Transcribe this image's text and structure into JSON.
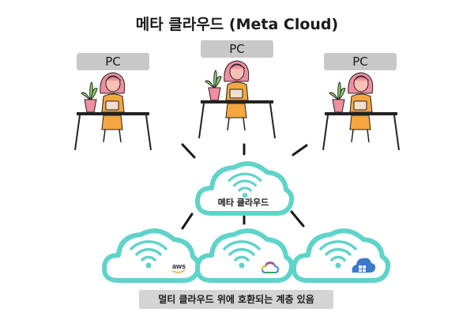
{
  "title": "메타 클라우드 (Meta Cloud)",
  "pc_labels": [
    "PC",
    "PC",
    "PC"
  ],
  "meta_cloud_label": "메타 클라우드",
  "aws_text": "aws",
  "caption": "멀티 클라우드 위에 호환되는 계층 있음",
  "colors": {
    "cloud_stroke": "#5fd3c9",
    "wifi": "#5fd3c9",
    "skin": "#f3a39a",
    "shirt": "#f4a640",
    "desk": "#222222",
    "label_bg": "#c8c8c8",
    "azure": "#3a78c9"
  },
  "icons": [
    "person-at-laptop-icon",
    "plant-icon",
    "wifi-icon",
    "aws-logo-icon",
    "google-cloud-logo-icon",
    "azure-logo-icon"
  ]
}
